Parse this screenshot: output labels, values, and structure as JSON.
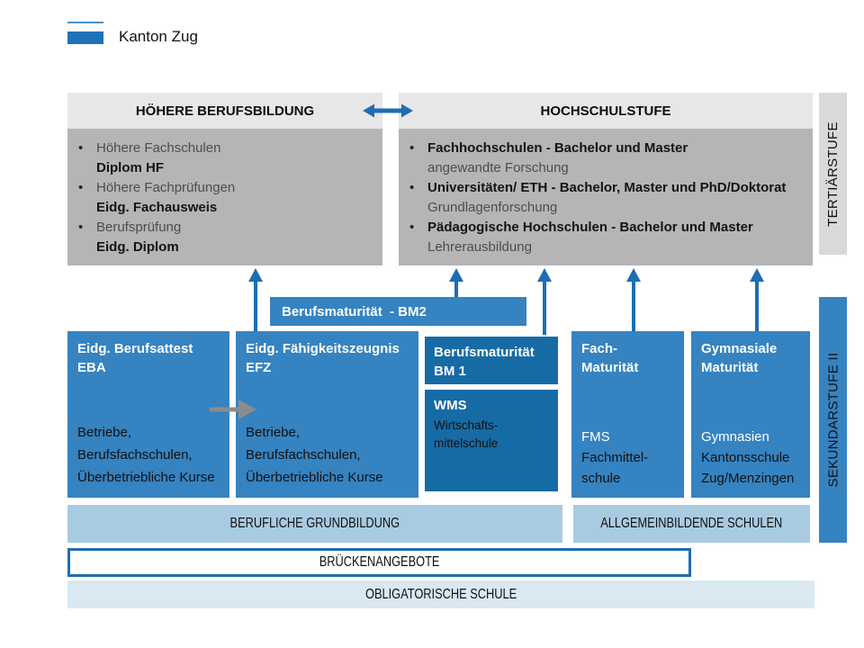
{
  "colors": {
    "box_blue": "#3583c1",
    "dark_box_blue": "#176ba5",
    "arrow_blue": "#1e6db3",
    "light_blue_bar": "#a9cbe2",
    "pale_blue_bar": "#d9e8f1",
    "header_gray": "#e7e7e7",
    "panel_gray": "#b5b5b5",
    "side_gray_bar": "#d9d9d9",
    "transfer_arrow_gray": "#8c8c8c",
    "logo_blue": "#1e72b8"
  },
  "logo": {
    "label": "Kanton Zug"
  },
  "tertiary": {
    "side_label": "TERTIÄRSTUFE",
    "left_header": "HÖHERE BERUFSBILDUNG",
    "right_header": "HOCHSCHULSTUFE",
    "bullet": "•",
    "left_items": [
      {
        "title": "Höhere Fachschulen",
        "subtitle": "Diplom HF"
      },
      {
        "title": "Höhere Fachprüfungen",
        "subtitle": "Eidg. Fachausweis"
      },
      {
        "title": "Berufsprüfung",
        "subtitle": "Eidg. Diplom"
      }
    ],
    "right_items": [
      {
        "title": "Fachhochschulen - Bachelor und Master",
        "subtitle": "angewandte Forschung"
      },
      {
        "title": "Universitäten/ ETH - Bachelor, Master und PhD/Doktorat",
        "subtitle": "Grundlagenforschung"
      },
      {
        "title": "Pädagogische Hochschulen - Bachelor und Master",
        "subtitle": "Lehrerausbildung"
      }
    ]
  },
  "secondary": {
    "side_label": "SEKUNDARSTUFE II",
    "bm2_label": "Berufsmaturität  - BM2",
    "eba": {
      "title": "Eidg. Berufsattest\nEBA",
      "providers": "Betriebe,\nBerufsfachschulen,\nÜberbetriebliche Kurse"
    },
    "efz": {
      "title": "Eidg. Fähigkeitszeugnis\nEFZ",
      "providers": "Betriebe,\nBerufsfachschulen,\nÜberbetriebliche Kurse"
    },
    "bm1": {
      "title": "Berufsmaturität\nBM 1"
    },
    "wms": {
      "title": "WMS",
      "subtitle": "Wirtschafts-\nmittelschule"
    },
    "fms": {
      "title": "Fach-\nMaturität",
      "school_abbr": "FMS",
      "school_name": "Fachmittel-\nschule"
    },
    "gym": {
      "title": "Gymnasiale\nMaturität",
      "school_abbr": "Gymnasien",
      "school_name": "Kantonsschule\nZug/Menzingen"
    }
  },
  "bottom": {
    "berufliche_grundbildung": "BERUFLICHE GRUNDBILDUNG",
    "allgemeinbildende_schulen": "ALLGEMEINBILDENDE SCHULEN",
    "brueckenangebote": "BRÜCKENANGEBOTE",
    "obligatorische_schule": "OBLIGATORISCHE SCHULE"
  }
}
